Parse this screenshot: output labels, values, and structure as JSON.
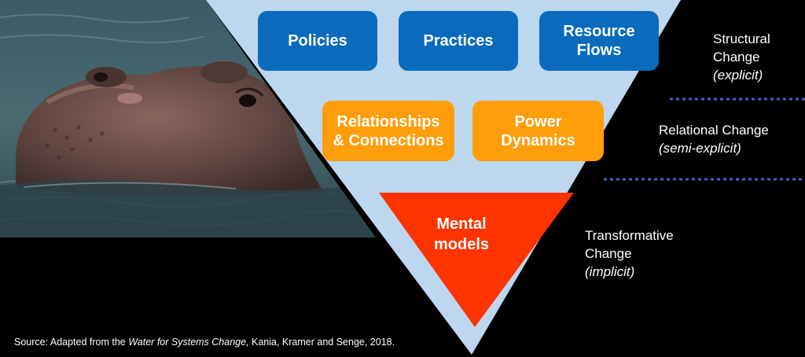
{
  "levels": {
    "structural": {
      "boxes": [
        {
          "label": "Policies"
        },
        {
          "label": "Practices"
        },
        {
          "label": "Resource\nFlows"
        }
      ]
    },
    "relational": {
      "boxes": [
        {
          "label": "Relationships\n& Connections"
        },
        {
          "label": "Power\nDynamics"
        }
      ]
    },
    "transformative": {
      "label": "Mental\nmodels"
    }
  },
  "side_labels": [
    {
      "label": "Structural\nChange",
      "qualifier": "(explicit)"
    },
    {
      "label": "Relational Change",
      "qualifier": "(semi-explicit)"
    },
    {
      "label": "Transformative\nChange",
      "qualifier": "(implicit)"
    }
  ],
  "source": {
    "prefix": "Source: Adapted from the ",
    "title": "Water for Systems Change,",
    "suffix": " Kania, Kramer and Senge, 2018."
  },
  "colors": {
    "structural": "#0a6bbd",
    "relational": "#ff9d0a",
    "transformative": "#ff3300",
    "inverted_triangle": "#bdd7ee",
    "divider": "#4a5fc1",
    "background": "#000000"
  },
  "photo": {
    "subject": "hippopotamus-in-water"
  }
}
